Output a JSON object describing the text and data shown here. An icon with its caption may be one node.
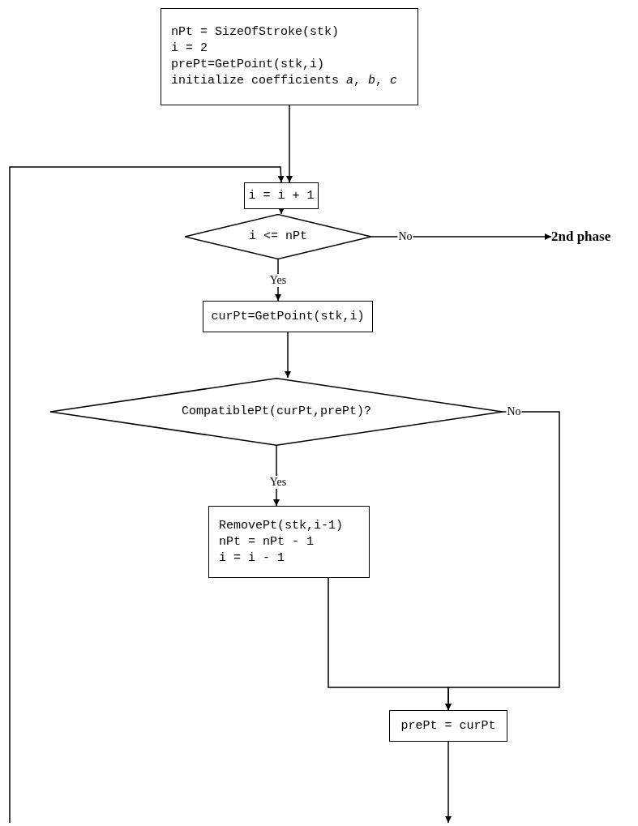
{
  "diagram": {
    "nodes": [
      {
        "text": [
          "nPt = SizeOfStroke(stk)",
          "i = 2",
          "prePt=GetPoint(stk,i)",
          "initialize coefficients *a*, *b*, *c*"
        ]
      },
      {
        "text": [
          "i = i + 1"
        ]
      },
      {
        "text": [
          "i <= nPt"
        ]
      },
      {
        "text": [
          "2nd phase"
        ]
      },
      {
        "text": [
          "curPt=GetPoint(stk,i)"
        ]
      },
      {
        "text": [
          "CompatiblePt(curPt,prePt)?"
        ]
      },
      {
        "text": [
          "RemovePt(stk,i-1)",
          "nPt = nPt - 1",
          "i = i - 1"
        ]
      },
      {
        "text": [
          "prePt = curPt"
        ]
      }
    ],
    "edges": [
      {
        "from": 0,
        "to": 1,
        "arrow": "to"
      },
      {
        "from": null,
        "to": 1,
        "arrow": "to"
      },
      {
        "from": 1,
        "to": 2,
        "arrow": "to"
      },
      {
        "from": 2,
        "to": 3,
        "arrow": "to",
        "label": "No"
      },
      {
        "from": 2,
        "to": 4,
        "arrow": "to",
        "label": "Yes"
      },
      {
        "from": 4,
        "to": 5,
        "arrow": "to"
      },
      {
        "from": 5,
        "to": 6,
        "arrow": "to",
        "label": "Yes"
      },
      {
        "from": 5,
        "to": 7,
        "arrow": "to",
        "label": "No"
      },
      {
        "from": 6,
        "to": 7,
        "arrow": "to"
      },
      {
        "from": 7,
        "to": null,
        "arrow": "to"
      }
    ]
  }
}
